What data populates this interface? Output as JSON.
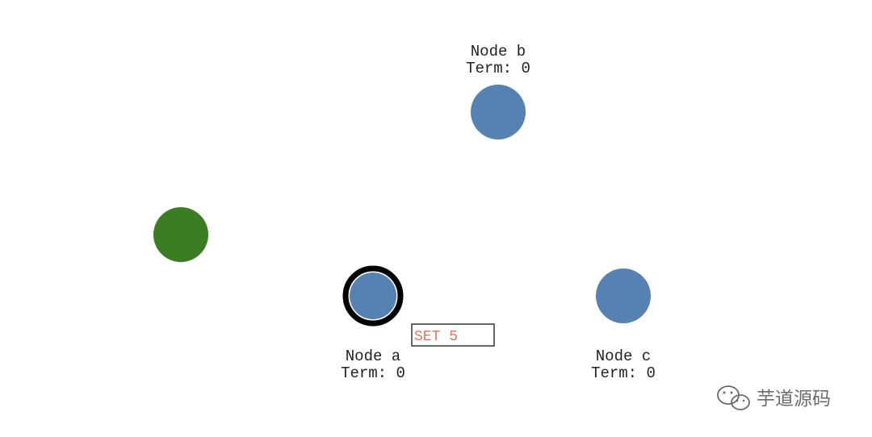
{
  "colors": {
    "node_fill": "#5582b3",
    "client_fill": "#3a7d22",
    "leader_ring": "#000000",
    "label_text": "#222222",
    "command_text": "#e8735f",
    "command_border": "#333333",
    "watermark_text": "#6b6b6b"
  },
  "client": {
    "icon": "client-circle"
  },
  "nodes": {
    "a": {
      "name": "Node a",
      "term": "Term: 0",
      "highlighted": true
    },
    "b": {
      "name": "Node b",
      "term": "Term: 0",
      "highlighted": false
    },
    "c": {
      "name": "Node c",
      "term": "Term: 0",
      "highlighted": false
    }
  },
  "command": {
    "text": "SET 5"
  },
  "watermark": {
    "icon": "wechat-icon",
    "text": "芋道源码"
  }
}
